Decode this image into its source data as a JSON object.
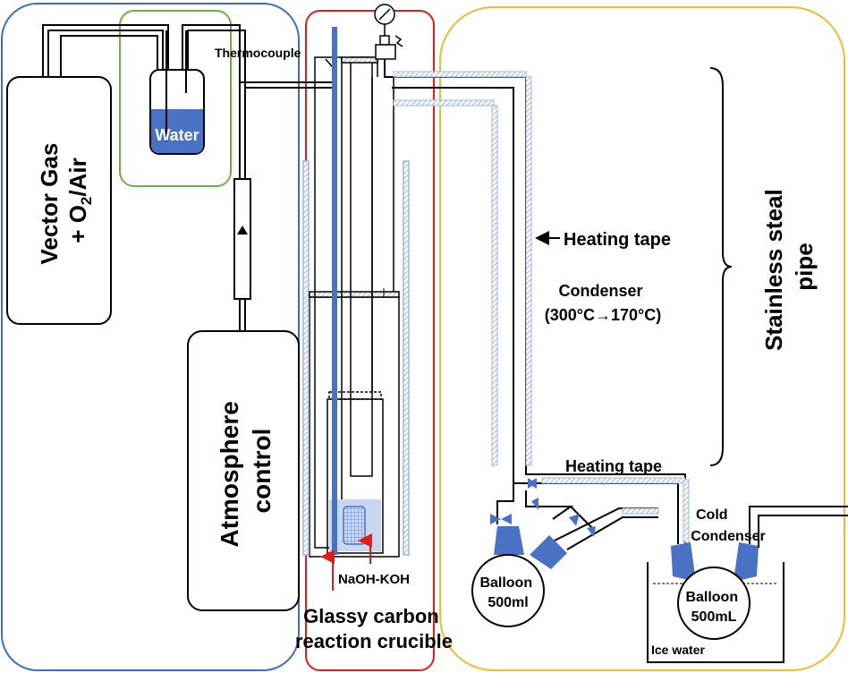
{
  "labels": {
    "vector_gas_line1": "Vector Gas",
    "vector_gas_line2_prefix": "+ O",
    "vector_gas_subscript": "2",
    "vector_gas_line2_suffix": "/Air",
    "water": "Water",
    "thermocouple": "Thermocouple",
    "atmosphere_line1": "Atmosphere",
    "atmosphere_line2": "control",
    "naoh_koh": "NaOH-KOH",
    "crucible_line1": "Glassy carbon",
    "crucible_line2": "reaction crucible",
    "heating_tape_vertical": "Heating tape",
    "heating_tape_horizontal": "Heating tape",
    "condenser_line1": "Condenser",
    "condenser_line2": "(300°C→170°C)",
    "stainless_line1": "Stainless steal",
    "stainless_line2": "pipe",
    "balloon_left_line1": "Balloon",
    "balloon_left_line2": "500ml",
    "balloon_right_line1": "Balloon",
    "balloon_right_line2": "500mL",
    "cold_condenser_line1": "Cold",
    "cold_condenser_line2": "Condenser",
    "ice_water": "Ice water"
  },
  "colors": {
    "left_panel_border": "#3a6cc8",
    "water_panel_border": "#6bb13e",
    "reactor_panel_border": "#e11c1c",
    "condenser_panel_border": "#f5b82e",
    "water_fill": "#4a72c4",
    "valve_fill": "#4a72c4",
    "insulation_stripe": "#9fb7dd",
    "arrow_red": "#e11c1c"
  }
}
